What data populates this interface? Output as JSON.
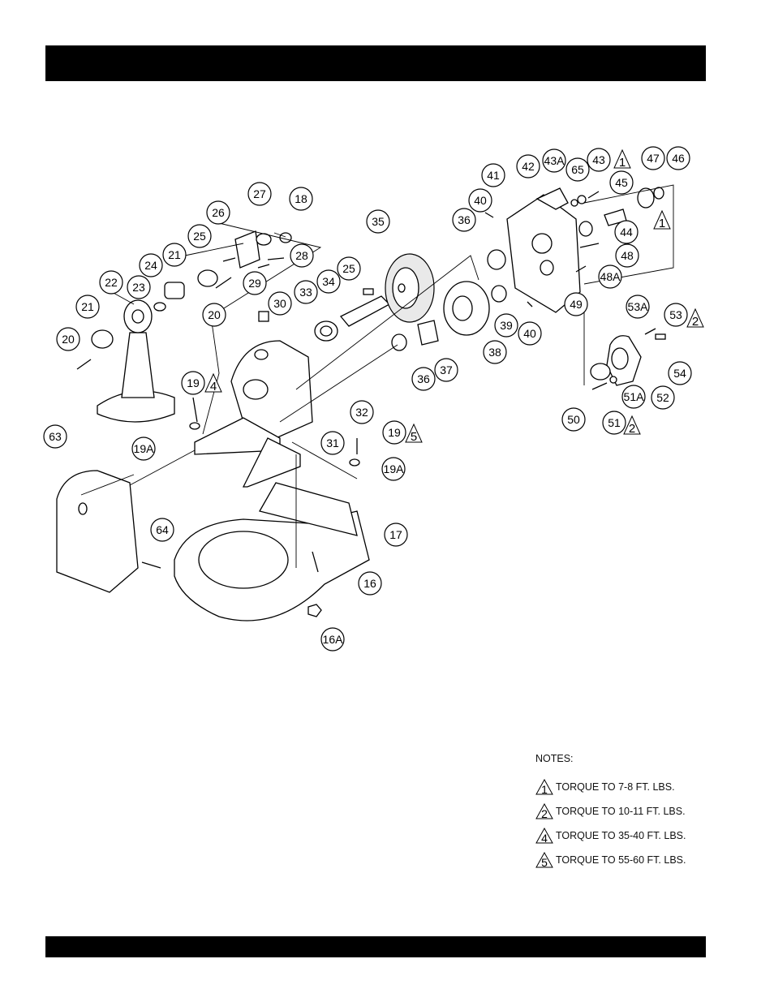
{
  "callouts": [
    {
      "id": "c27",
      "label": "27"
    },
    {
      "id": "c18",
      "label": "18"
    },
    {
      "id": "c26",
      "label": "26"
    },
    {
      "id": "c25a",
      "label": "25"
    },
    {
      "id": "c28",
      "label": "28"
    },
    {
      "id": "c29",
      "label": "29"
    },
    {
      "id": "c21a",
      "label": "21"
    },
    {
      "id": "c24",
      "label": "24"
    },
    {
      "id": "c22",
      "label": "22"
    },
    {
      "id": "c23",
      "label": "23"
    },
    {
      "id": "c20a",
      "label": "20"
    },
    {
      "id": "c21b",
      "label": "21"
    },
    {
      "id": "c20b",
      "label": "20"
    },
    {
      "id": "c35",
      "label": "35"
    },
    {
      "id": "c25b",
      "label": "25"
    },
    {
      "id": "c34",
      "label": "34"
    },
    {
      "id": "c33",
      "label": "33"
    },
    {
      "id": "c30",
      "label": "30"
    },
    {
      "id": "c19a",
      "label": "19"
    },
    {
      "id": "c19A1",
      "label": "19A"
    },
    {
      "id": "c32",
      "label": "32"
    },
    {
      "id": "c31",
      "label": "31"
    },
    {
      "id": "c19b",
      "label": "19"
    },
    {
      "id": "c19A2",
      "label": "19A"
    },
    {
      "id": "c63",
      "label": "63"
    },
    {
      "id": "c64",
      "label": "64"
    },
    {
      "id": "c17",
      "label": "17"
    },
    {
      "id": "c16",
      "label": "16"
    },
    {
      "id": "c16A",
      "label": "16A"
    },
    {
      "id": "c36a",
      "label": "36"
    },
    {
      "id": "c37",
      "label": "37"
    },
    {
      "id": "c38",
      "label": "38"
    },
    {
      "id": "c39",
      "label": "39"
    },
    {
      "id": "c40a",
      "label": "40"
    },
    {
      "id": "c36b",
      "label": "36"
    },
    {
      "id": "c40b",
      "label": "40"
    },
    {
      "id": "c41",
      "label": "41"
    },
    {
      "id": "c42",
      "label": "42"
    },
    {
      "id": "c43A",
      "label": "43A"
    },
    {
      "id": "c65",
      "label": "65"
    },
    {
      "id": "c43",
      "label": "43"
    },
    {
      "id": "c47",
      "label": "47"
    },
    {
      "id": "c46",
      "label": "46"
    },
    {
      "id": "c45",
      "label": "45"
    },
    {
      "id": "c44",
      "label": "44"
    },
    {
      "id": "c48",
      "label": "48"
    },
    {
      "id": "c48A",
      "label": "48A"
    },
    {
      "id": "c49",
      "label": "49"
    },
    {
      "id": "c53A",
      "label": "53A"
    },
    {
      "id": "c53",
      "label": "53"
    },
    {
      "id": "c54",
      "label": "54"
    },
    {
      "id": "c52",
      "label": "52"
    },
    {
      "id": "c51A",
      "label": "51A"
    },
    {
      "id": "c51",
      "label": "51"
    },
    {
      "id": "c50",
      "label": "50"
    }
  ],
  "torque_flags": [
    {
      "id": "f43",
      "label": "1"
    },
    {
      "id": "f1r",
      "label": "1"
    },
    {
      "id": "f53",
      "label": "2"
    },
    {
      "id": "f51",
      "label": "2"
    },
    {
      "id": "f19a",
      "label": "4"
    },
    {
      "id": "f19b",
      "label": "5"
    }
  ],
  "notes": {
    "title": "NOTES:",
    "items": [
      {
        "flag": "1",
        "text": "TORQUE TO 7-8 FT. LBS."
      },
      {
        "flag": "2",
        "text": "TORQUE TO 10-11 FT. LBS."
      },
      {
        "flag": "4",
        "text": "TORQUE TO 35-40 FT. LBS."
      },
      {
        "flag": "5",
        "text": "TORQUE TO 55-60 FT. LBS."
      }
    ]
  }
}
